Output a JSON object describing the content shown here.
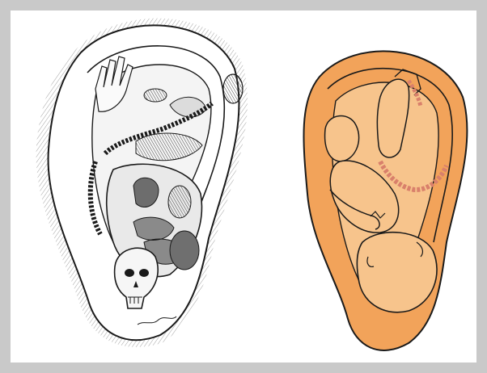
{
  "figure": {
    "panels": [
      {
        "id": "left",
        "style": "pen-and-ink sketch",
        "depicts": "ear-with-organs-and-skull-icon"
      },
      {
        "id": "right",
        "style": "color illustration",
        "depicts": "ear-with-inverted-fetus-icon"
      }
    ],
    "colors": {
      "background_border": "#c9c9c9",
      "paper": "#ffffff",
      "ink": "#1a1a1a",
      "orange_fill": "#f2a35a",
      "orange_light": "#f7c48c",
      "orange_rim": "#e88a3a",
      "spine_pink": "#d9806b",
      "shade_gray": "#8a8a8a"
    }
  }
}
